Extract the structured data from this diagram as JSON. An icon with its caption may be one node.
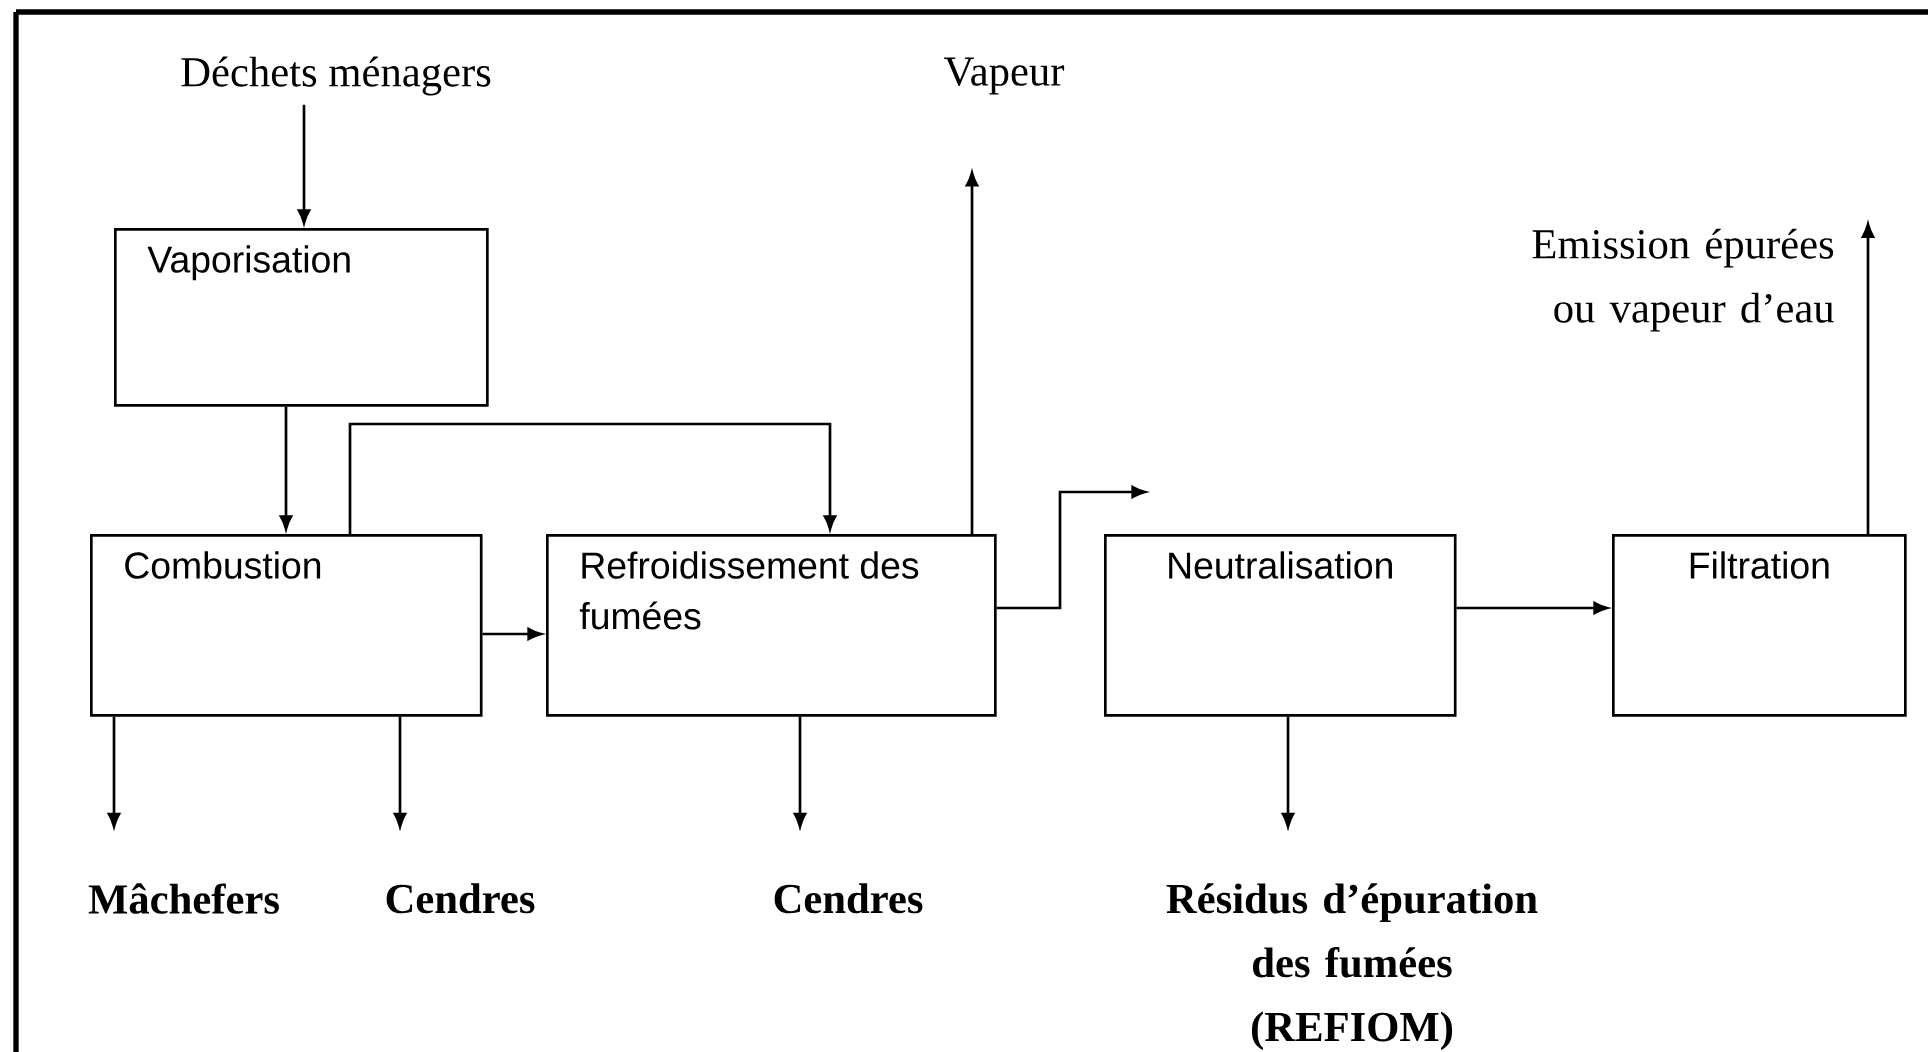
{
  "diagram": {
    "nodes": [
      {
        "text": [
          "Déchets ménagers"
        ]
      },
      {
        "text": [
          "Vaporisation"
        ]
      },
      {
        "text": [
          "Combustion"
        ]
      },
      {
        "text": [
          "Refroidissement des fumées"
        ]
      },
      {
        "text": [
          "Neutralisation"
        ]
      },
      {
        "text": [
          "Filtration"
        ]
      },
      {
        "text": [
          "Vapeur"
        ]
      },
      {
        "text": [
          "Emission épurées ou vapeur d’eau"
        ]
      },
      {
        "text": [
          "**Mâchefers**"
        ]
      },
      {
        "text": [
          "**Cendres**"
        ]
      },
      {
        "text": [
          "**Cendres**"
        ]
      },
      {
        "text": [
          "**Résidus d’épuration des fumées (REFIOM)**"
        ]
      }
    ],
    "edges": [
      {
        "from": 0,
        "to": 1,
        "arrow": "to"
      },
      {
        "from": 1,
        "to": 2,
        "arrow": "to"
      },
      {
        "from": 2,
        "to": 3,
        "arrow": "to"
      },
      {
        "from": 2,
        "to": 3,
        "arrow": "to"
      },
      {
        "from": 3,
        "to": 6,
        "arrow": "to"
      },
      {
        "from": 3,
        "to": null,
        "arrow": "to"
      },
      {
        "from": 4,
        "to": 5,
        "arrow": "to"
      },
      {
        "from": 5,
        "to": 7,
        "arrow": "to"
      },
      {
        "from": 2,
        "to": 8,
        "arrow": "to"
      },
      {
        "from": 2,
        "to": 9,
        "arrow": "to"
      },
      {
        "from": 3,
        "to": 10,
        "arrow": "to"
      },
      {
        "from": 4,
        "to": 11,
        "arrow": "to"
      }
    ]
  }
}
